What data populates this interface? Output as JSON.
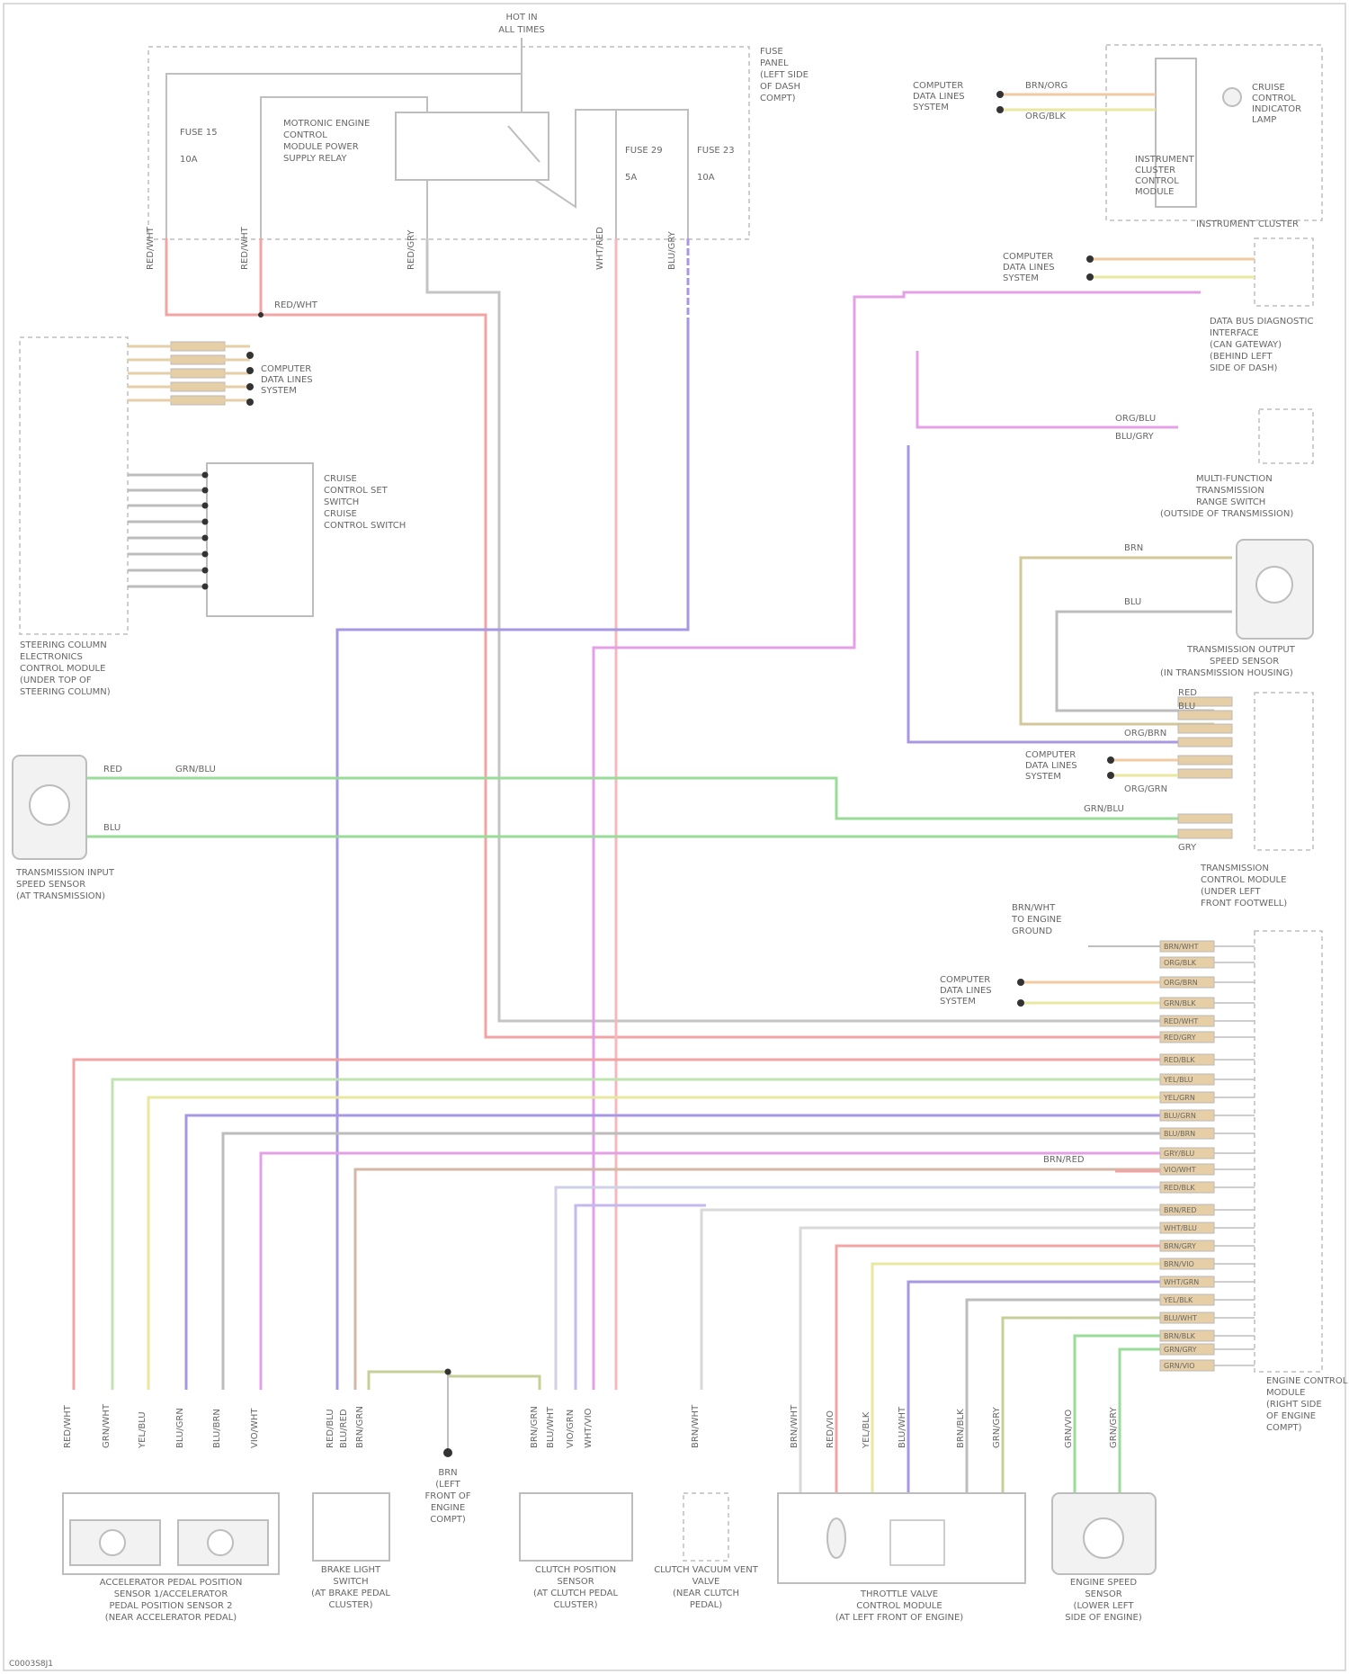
{
  "diagram": {
    "top_feed": {
      "line1": "HOT IN",
      "line2": "ALL TIMES"
    },
    "fuse_box_label": [
      "FUSE",
      "PANEL",
      "(LEFT SIDE",
      "OF DASH",
      "COMPT)"
    ],
    "fuses": [
      {
        "name": "FUSE 15",
        "rating": "10A"
      },
      {
        "name": "FUSE 29",
        "rating": "5A"
      },
      {
        "name": "FUSE 23",
        "rating": "10A"
      }
    ],
    "relay_label": [
      "MOTRONIC ENGINE",
      "CONTROL",
      "MODULE POWER",
      "SUPPLY RELAY"
    ],
    "top_wire_labels": [
      "RED/WHT",
      "RED/WHT",
      "RED/GRY",
      "WHT/RED",
      "BLU/GRY"
    ],
    "splice_label": "RED/WHT",
    "colors": {
      "red": "#f2a3a3",
      "pink": "#f6b7bd",
      "violet": "#a897e3",
      "magenta": "#e3a0e6",
      "green": "#98dc98",
      "tan": "#d2c89a",
      "yellow": "#e9e7a0",
      "lightgreen": "#bfe4b2",
      "gray": "#bcbcbc",
      "orange": "#f0caa0",
      "brown": "#d6b7a6",
      "olive": "#c7cf98"
    },
    "components": {
      "instrument_cluster": {
        "lines": [
          "INSTRUMENT",
          "CLUSTER",
          "CONTROL",
          "MODULE"
        ],
        "caption": "INSTRUMENT CLUSTER",
        "sublabel": [
          "CRUISE",
          "CONTROL",
          "INDICATOR",
          "LAMP"
        ],
        "can_lines": [
          "COMPUTER",
          "DATA LINES",
          "SYSTEM"
        ],
        "pins": [
          "BRN/ORG",
          "ORG/BLK"
        ]
      },
      "steering_column": {
        "lines": [
          "STEERING COLUMN",
          "ELECTRONICS",
          "CONTROL MODULE",
          "(UNDER TOP OF",
          "STEERING COLUMN)"
        ],
        "switch_label": [
          "CRUISE",
          "CONTROL SET",
          "SWITCH",
          "CRUISE",
          "CONTROL SWITCH"
        ],
        "can_lines": [
          "COMPUTER",
          "DATA LINES",
          "SYSTEM"
        ]
      },
      "gateway": {
        "lines": [
          "DATA BUS DIAGNOSTIC",
          "INTERFACE",
          "(CAN GATEWAY)",
          "(BEHIND LEFT",
          "SIDE OF DASH)"
        ],
        "can_lines": [
          "COMPUTER",
          "DATA LINES",
          "SYSTEM"
        ]
      },
      "multifunction_switch": {
        "lines": [
          "MULTI-FUNCTION",
          "TRANSMISSION",
          "RANGE SWITCH",
          "(OUTSIDE OF TRANSMISSION)"
        ],
        "wires": [
          "ORG/BLU",
          "BLU/GRY"
        ]
      },
      "output_speed_sensor": {
        "lines": [
          "TRANSMISSION OUTPUT",
          "SPEED SENSOR",
          "(IN TRANSMISSION HOUSING)"
        ],
        "wires": [
          "BRN",
          "BLU"
        ]
      },
      "tcm": {
        "lines": [
          "TRANSMISSION",
          "CONTROL MODULE",
          "(UNDER LEFT",
          "FRONT FOOTWELL)"
        ],
        "can_lines": [
          "COMPUTER",
          "DATA LINES",
          "SYSTEM"
        ],
        "pins": [
          "RED",
          "BLU",
          "ORG/BRN",
          "ORG/GRN",
          "GRN/BLU",
          "GRY"
        ]
      },
      "input_speed_sensor": {
        "lines": [
          "TRANSMISSION INPUT",
          "SPEED SENSOR",
          "(AT TRANSMISSION)"
        ],
        "wires": [
          "RED",
          "GRN/BLU",
          "BLU"
        ]
      },
      "ecm": {
        "lines": [
          "ENGINE CONTROL",
          "MODULE",
          "(RIGHT SIDE",
          "OF ENGINE",
          "COMPT)"
        ],
        "ground_text": [
          "BRN/WHT",
          "TO ENGINE",
          "GROUND"
        ],
        "can_lines": [
          "COMPUTER",
          "DATA LINES",
          "SYSTEM"
        ],
        "pins": [
          "BRN/WHT",
          "ORG/BLK",
          "ORG/BRN",
          "GRN/BLK",
          "RED/WHT",
          "RED/GRY",
          "RED/BLK",
          "YEL/BLU",
          "YEL/GRN",
          "BLU/GRN",
          "BLU/BRN",
          "GRY/BLU",
          "VIO/WHT",
          "RED/BLK",
          "BRN/RED",
          "WHT/BLU",
          "BRN/GRY",
          "BRN/VIO",
          "WHT/GRN",
          "YEL/BLK",
          "BLU/WHT",
          "BRN/BLK",
          "GRN/GRY",
          "GRN/VIO"
        ],
        "pink_wire": "BRN/RED"
      },
      "app_sensor": {
        "lines": [
          "ACCELERATOR PEDAL POSITION",
          "SENSOR 1/ACCELERATOR",
          "PEDAL POSITION SENSOR 2",
          "(NEAR ACCELERATOR PEDAL)"
        ],
        "wires": [
          "RED/WHT",
          "GRN/WHT",
          "YEL/BLU",
          "BLU/GRN",
          "BLU/BRN",
          "VIO/WHT"
        ]
      },
      "brake_light_switch": {
        "lines": [
          "BRAKE LIGHT",
          "SWITCH",
          "(AT BRAKE PEDAL",
          "CLUSTER)"
        ],
        "wires": [
          "RED/BLU",
          "BLU/RED",
          "BRN/GRN"
        ]
      },
      "ground": {
        "lines": [
          "BRN",
          "(LEFT",
          "FRONT OF",
          "ENGINE",
          "COMPT)"
        ]
      },
      "clutch_sensor": {
        "lines": [
          "CLUTCH POSITION",
          "SENSOR",
          "(AT CLUTCH PEDAL",
          "CLUSTER)"
        ],
        "wires": [
          "BRN/GRN",
          "BLU/WHT",
          "VIO/GRN",
          "WHT/VIO"
        ]
      },
      "clutch_vacuum_vent": {
        "lines": [
          "CLUTCH VACUUM VENT",
          "VALVE",
          "(NEAR CLUTCH",
          "PEDAL)"
        ],
        "wires": [
          "BRN/WHT"
        ]
      },
      "throttle": {
        "lines": [
          "THROTTLE VALVE",
          "CONTROL MODULE",
          "(AT LEFT FRONT OF ENGINE)"
        ],
        "wires": [
          "BRN/WHT",
          "RED/VIO",
          "YEL/BLK",
          "BLU/WHT",
          "BRN/BLK",
          "GRN/GRY"
        ]
      },
      "engine_speed": {
        "lines": [
          "ENGINE SPEED",
          "SENSOR",
          "(LOWER LEFT",
          "SIDE OF ENGINE)"
        ],
        "wires": [
          "GRN/VIO",
          "GRN/GRY"
        ]
      }
    },
    "footer": "C0003S8J1"
  }
}
